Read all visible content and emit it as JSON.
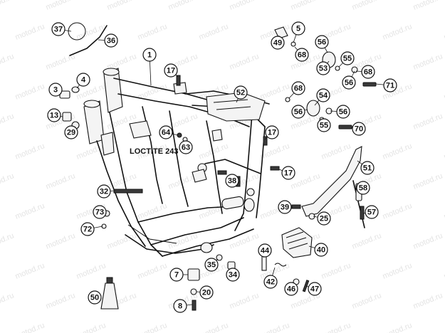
{
  "watermark": {
    "text": "motod.ru"
  },
  "note_label": "LOCTITE 243",
  "callouts": [
    {
      "id": "37",
      "label": "37"
    },
    {
      "id": "36",
      "label": "36"
    },
    {
      "id": "1",
      "label": "1"
    },
    {
      "id": "4",
      "label": "4"
    },
    {
      "id": "3",
      "label": "3"
    },
    {
      "id": "13",
      "label": "13"
    },
    {
      "id": "29",
      "label": "29"
    },
    {
      "id": "17a",
      "label": "17"
    },
    {
      "id": "49",
      "label": "49"
    },
    {
      "id": "5",
      "label": "5"
    },
    {
      "id": "56a",
      "label": "56"
    },
    {
      "id": "68a",
      "label": "68"
    },
    {
      "id": "55a",
      "label": "55"
    },
    {
      "id": "53",
      "label": "53"
    },
    {
      "id": "68b",
      "label": "68"
    },
    {
      "id": "56b",
      "label": "56"
    },
    {
      "id": "71",
      "label": "71"
    },
    {
      "id": "52",
      "label": "52"
    },
    {
      "id": "68c",
      "label": "68"
    },
    {
      "id": "54",
      "label": "54"
    },
    {
      "id": "56c",
      "label": "56"
    },
    {
      "id": "56d",
      "label": "56"
    },
    {
      "id": "55b",
      "label": "55"
    },
    {
      "id": "70",
      "label": "70"
    },
    {
      "id": "64",
      "label": "64"
    },
    {
      "id": "63",
      "label": "63"
    },
    {
      "id": "17b",
      "label": "17"
    },
    {
      "id": "38",
      "label": "38"
    },
    {
      "id": "17c",
      "label": "17"
    },
    {
      "id": "51",
      "label": "51"
    },
    {
      "id": "32",
      "label": "32"
    },
    {
      "id": "58",
      "label": "58"
    },
    {
      "id": "73",
      "label": "73"
    },
    {
      "id": "72",
      "label": "72"
    },
    {
      "id": "39",
      "label": "39"
    },
    {
      "id": "25",
      "label": "25"
    },
    {
      "id": "57",
      "label": "57"
    },
    {
      "id": "44",
      "label": "44"
    },
    {
      "id": "40",
      "label": "40"
    },
    {
      "id": "35",
      "label": "35"
    },
    {
      "id": "34",
      "label": "34"
    },
    {
      "id": "7",
      "label": "7"
    },
    {
      "id": "42",
      "label": "42"
    },
    {
      "id": "20",
      "label": "20"
    },
    {
      "id": "46",
      "label": "46"
    },
    {
      "id": "47",
      "label": "47"
    },
    {
      "id": "50",
      "label": "50"
    },
    {
      "id": "8",
      "label": "8"
    }
  ]
}
